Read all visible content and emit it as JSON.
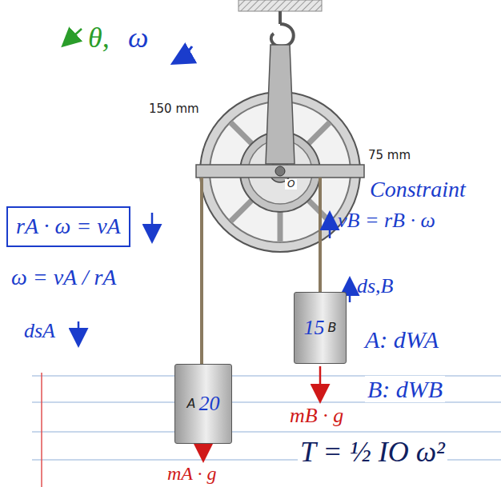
{
  "diagram": {
    "nodes": [
      {
        "text": [
          "rA · ω = vA"
        ]
      },
      {
        "text": [
          "15",
          "B"
        ]
      },
      {
        "text": [
          "A",
          "20"
        ]
      }
    ],
    "labels": [
      "θ,",
      "ω",
      "150 mm",
      "75 mm",
      "O",
      "Constraint",
      "vB = rB · ω",
      "ω = vA / rA",
      "dsA",
      "ds,B",
      "A: dWA",
      "B: dWB",
      "mB · g",
      "mA · g",
      "T = ½ IO ω²"
    ]
  }
}
